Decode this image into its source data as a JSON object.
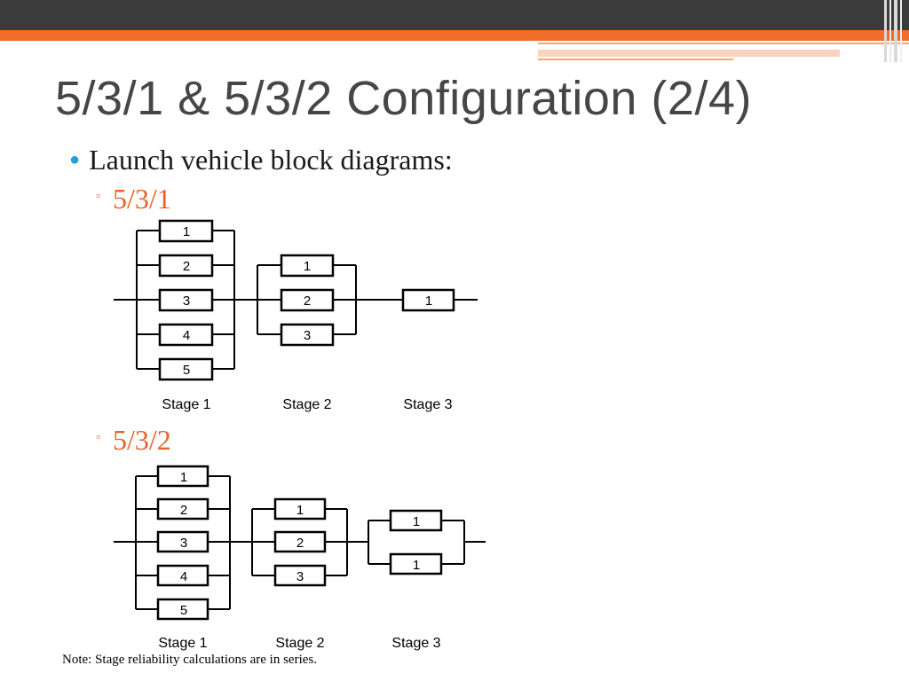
{
  "slide": {
    "title": "5/3/1 & 5/3/2 Configuration (2/4)",
    "bullet": "Launch vehicle block diagrams:",
    "note": "Note: Stage reliability calculations are in series."
  },
  "colors": {
    "title": "#464646",
    "bullet_dot": "#2a9fd6",
    "accent_orange": "#e8622a",
    "top_bar": "#3b3b3b",
    "top_band": "#f26d2b"
  },
  "diagrams": [
    {
      "heading": "5/3/1",
      "stages": [
        {
          "label": "Stage 1",
          "blocks": [
            "1",
            "2",
            "3",
            "4",
            "5"
          ]
        },
        {
          "label": "Stage 2",
          "blocks": [
            "1",
            "2",
            "3"
          ]
        },
        {
          "label": "Stage 3",
          "blocks": [
            "1"
          ]
        }
      ]
    },
    {
      "heading": "5/3/2",
      "stages": [
        {
          "label": "Stage 1",
          "blocks": [
            "1",
            "2",
            "3",
            "4",
            "5"
          ]
        },
        {
          "label": "Stage 2",
          "blocks": [
            "1",
            "2",
            "3"
          ]
        },
        {
          "label": "Stage 3",
          "blocks": [
            "1",
            "1"
          ]
        }
      ]
    }
  ]
}
